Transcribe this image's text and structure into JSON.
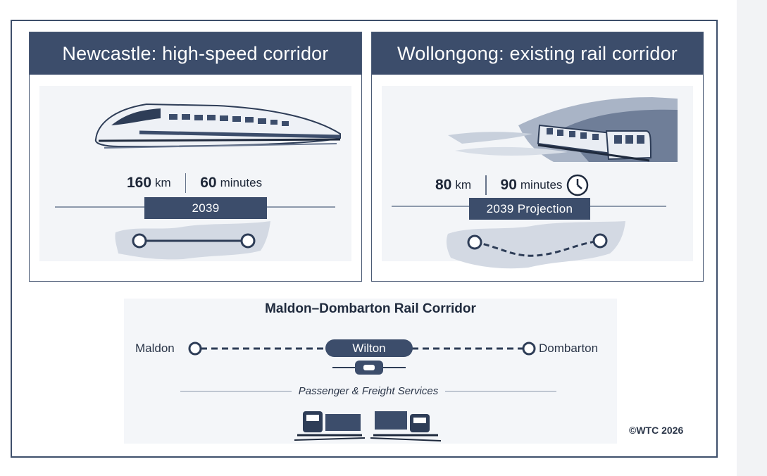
{
  "newcastle": {
    "title": "Newcastle: high-speed corridor",
    "distance_value": "160",
    "distance_unit": "km",
    "time_value": "60",
    "time_unit": "minutes",
    "year": "2039"
  },
  "wollongong": {
    "title": "Wollongong: existing rail corridor",
    "distance_value": "80",
    "distance_unit": "km",
    "time_value": "90",
    "time_unit": "minutes",
    "year": "2039 Projection"
  },
  "corridor": {
    "title": "Maldon–Dombarton Rail Corridor",
    "stations": [
      "Maldon",
      "Wilton",
      "Dombarton"
    ],
    "services": "Passenger & Freight Services"
  },
  "icons": [
    "high-speed-train-icon",
    "coastal-train-icon",
    "clock-icon",
    "map-icon",
    "station-icon",
    "freight-train-icon"
  ],
  "colors": {
    "navy": "#3c4d6b",
    "light_panel": "#f3f5f8",
    "line_grey": "#8d99ac"
  },
  "copyright": "©WTC 2026"
}
